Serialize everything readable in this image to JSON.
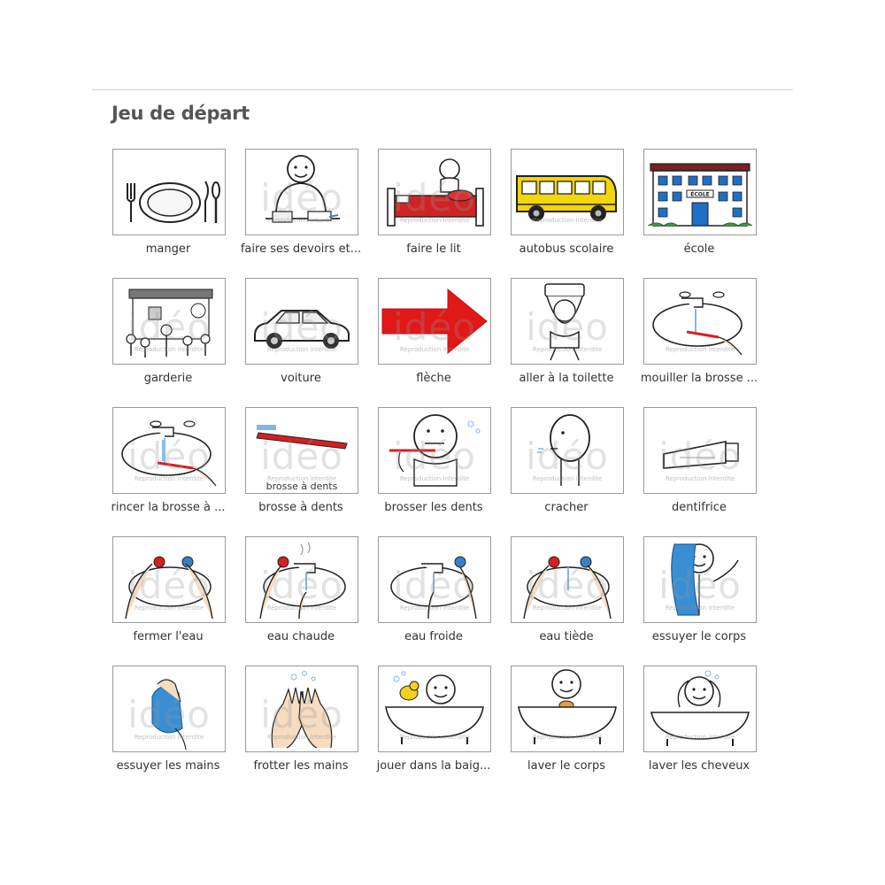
{
  "page": {
    "title": "Jeu de départ"
  },
  "watermark": {
    "brand": "idéo",
    "notice": "Reproduction interdite"
  },
  "cards": [
    {
      "label": "manger",
      "icon": "plate-cutlery-icon"
    },
    {
      "label": "faire ses devoirs et...",
      "icon": "homework-icon"
    },
    {
      "label": "faire le lit",
      "icon": "bed-icon"
    },
    {
      "label": "autobus scolaire",
      "icon": "school-bus-icon"
    },
    {
      "label": "école",
      "icon": "school-building-icon",
      "sign": "ÉCOLE"
    },
    {
      "label": "garderie",
      "icon": "daycare-icon"
    },
    {
      "label": "voiture",
      "icon": "car-icon"
    },
    {
      "label": "flèche",
      "icon": "arrow-icon"
    },
    {
      "label": "aller à la toilette",
      "icon": "toilet-icon"
    },
    {
      "label": "mouiller la brosse ...",
      "icon": "wet-brush-icon"
    },
    {
      "label": "rincer la brosse à ...",
      "icon": "rinse-brush-icon"
    },
    {
      "label": "brosse à dents",
      "icon": "toothbrush-icon",
      "caption": "brosse à dents"
    },
    {
      "label": "brosser les dents",
      "icon": "brushing-teeth-icon"
    },
    {
      "label": "cracher",
      "icon": "spit-icon"
    },
    {
      "label": "dentifrice",
      "icon": "toothpaste-icon"
    },
    {
      "label": "fermer l'eau",
      "icon": "turn-off-water-icon"
    },
    {
      "label": "eau chaude",
      "icon": "hot-water-icon"
    },
    {
      "label": "eau froide",
      "icon": "cold-water-icon"
    },
    {
      "label": "eau tiède",
      "icon": "warm-water-icon"
    },
    {
      "label": "essuyer le corps",
      "icon": "dry-body-icon"
    },
    {
      "label": "essuyer les mains",
      "icon": "dry-hands-icon"
    },
    {
      "label": "frotter les mains",
      "icon": "rub-hands-icon"
    },
    {
      "label": "jouer dans la baig...",
      "icon": "bath-play-icon"
    },
    {
      "label": "laver le corps",
      "icon": "wash-body-icon"
    },
    {
      "label": "laver les cheveux",
      "icon": "wash-hair-icon"
    }
  ]
}
